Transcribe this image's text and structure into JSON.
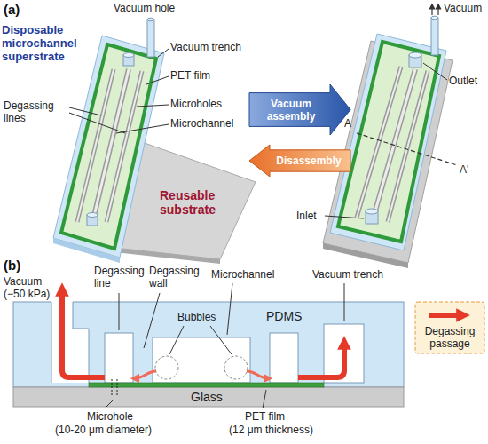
{
  "diagram": {
    "nodes": [
      {
        "text": [
          "Vacuum assembly"
        ]
      },
      {
        "text": [
          "Disassembly"
        ]
      }
    ],
    "labels": [
      "(a)",
      "Vacuum hole",
      "Disposable microchannel superstrate",
      "Vacuum trench",
      "PET film",
      "Degassing lines",
      "Microholes",
      "Microchannel",
      "Reusable substrate",
      "Vacuum",
      "Outlet",
      "A",
      "A'",
      "Inlet",
      "(b)",
      "Vacuum",
      "(−50 kPa)",
      "Degassing line",
      "Degassing wall",
      "Bubbles",
      "Microchannel",
      "Vacuum trench",
      "PDMS",
      "Glass",
      "Microhole",
      "(10-20 μm diameter)",
      "PET film",
      "(12 μm thickness)"
    ],
    "legend": [
      {
        "text": "Degassing passage"
      }
    ]
  }
}
